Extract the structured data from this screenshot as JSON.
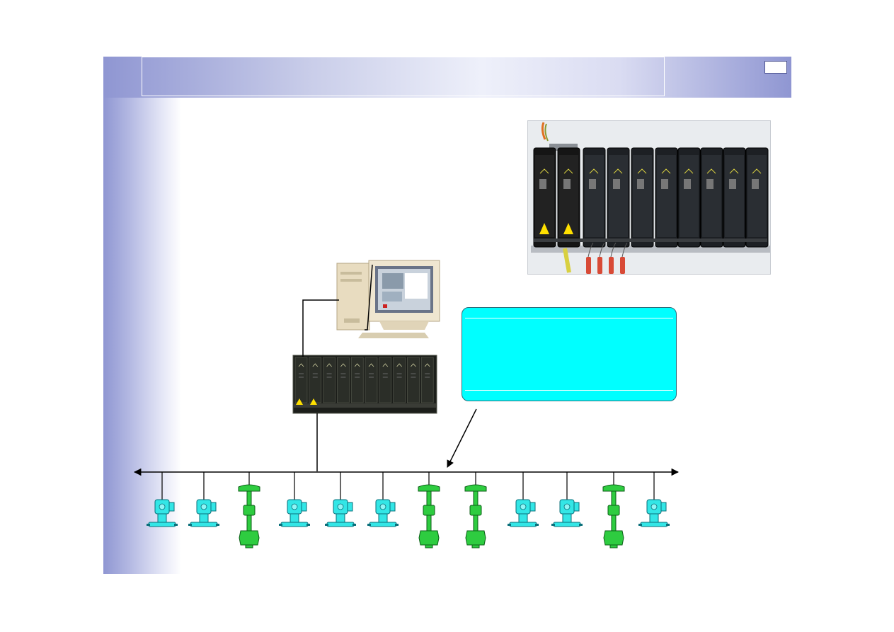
{
  "slide": {
    "title": "",
    "page_number": "",
    "colors": {
      "band_dark": "#8f96d2",
      "callout_fill": "#00ffff",
      "transmitter": "#33e6e6",
      "valve": "#2ecc40",
      "bus_line": "#000000"
    }
  },
  "diagram": {
    "device_sequence": [
      "transmitter",
      "transmitter",
      "valve",
      "transmitter",
      "transmitter",
      "transmitter",
      "valve",
      "valve",
      "transmitter",
      "transmitter",
      "valve",
      "transmitter"
    ],
    "icons": {
      "workstation": "workstation-icon",
      "controller": "controller-rack-icon",
      "transmitter": "pressure-transmitter-icon",
      "valve": "control-valve-icon"
    }
  }
}
